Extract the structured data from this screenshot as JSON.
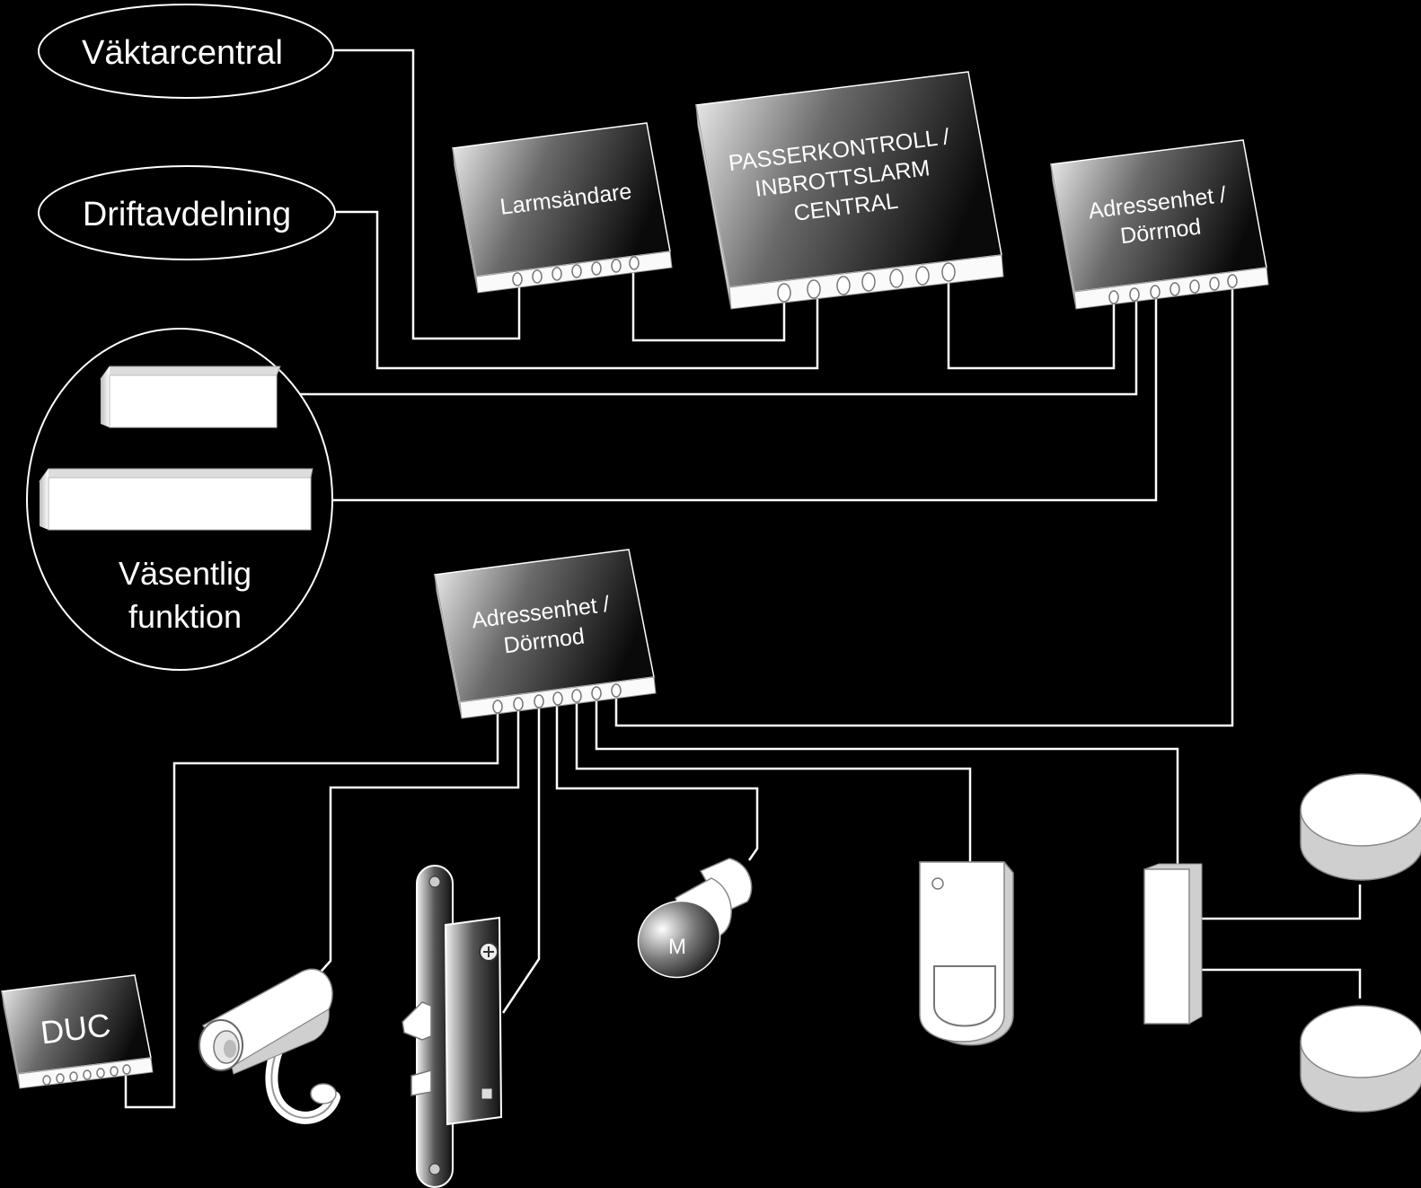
{
  "labels": {
    "vaktarcentral": "Väktarcentral",
    "driftavdelning": "Driftavdelning",
    "larmsandare": "Larmsändare",
    "central_line1": "PASSERKONTROLL /",
    "central_line2": "INBROTTSLARM",
    "central_line3": "CENTRAL",
    "adress_top_line1": "Adressenhet /",
    "adress_top_line2": "Dörrnod",
    "adress_mid_line1": "Adressenhet /",
    "adress_mid_line2": "Dörrnod",
    "vasentlig_line1": "Väsentlig",
    "vasentlig_line2": "funktion",
    "duc": "DUC",
    "motor": "M"
  },
  "icons": [
    "camera-icon",
    "door-lock-icon",
    "push-button-icon",
    "motion-detector-icon",
    "door-contact-icon",
    "round-sensor-icon"
  ],
  "colors": {
    "background": "#000000",
    "wire": "#ffffff",
    "device_light": "#ffffff",
    "device_dark": "#111111"
  }
}
